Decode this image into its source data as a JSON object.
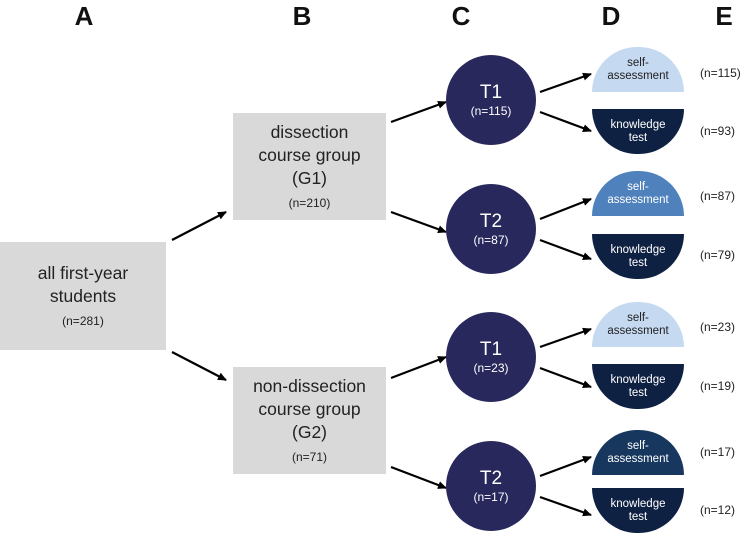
{
  "column_headers": [
    "A",
    "B",
    "C",
    "D",
    "E"
  ],
  "start_node": {
    "label": "all first-year students",
    "n": "(n=281)"
  },
  "groups": [
    {
      "label": "dissection course group (G1)",
      "line1": "dissection",
      "line2": "course group",
      "line3": "(G1)",
      "n": "(n=210)",
      "timepoints": [
        {
          "label": "T1",
          "n": "(n=115)",
          "outcomes": [
            {
              "label": "self-\nassessment",
              "count": "(n=115)",
              "color": "#c5d9f1"
            },
            {
              "label": "knowledge\ntest",
              "count": "(n=93)",
              "color": "#0f2142"
            }
          ]
        },
        {
          "label": "T2",
          "n": "(n=87)",
          "outcomes": [
            {
              "label": "self-\nassessment",
              "count": "(n=87)",
              "color": "#4f81bd"
            },
            {
              "label": "knowledge\ntest",
              "count": "(n=79)",
              "color": "#0f2142"
            }
          ]
        }
      ]
    },
    {
      "label": "non-dissection course group (G2)",
      "line1": "non-dissection",
      "line2": "course group",
      "line3": "(G2)",
      "n": "(n=71)",
      "timepoints": [
        {
          "label": "T1",
          "n": "(n=23)",
          "outcomes": [
            {
              "label": "self-\nassessment",
              "count": "(n=23)",
              "color": "#c5d9f1"
            },
            {
              "label": "knowledge\ntest",
              "count": "(n=19)",
              "color": "#0f2142"
            }
          ]
        },
        {
          "label": "T2",
          "n": "(n=17)",
          "outcomes": [
            {
              "label": "self-\nassessment",
              "count": "(n=17)",
              "color": "#17375e"
            },
            {
              "label": "knowledge\ntest",
              "count": "(n=12)",
              "color": "#0f2142"
            }
          ]
        }
      ]
    }
  ],
  "colors": {
    "box_fill": "#d9d9d9",
    "timepoint_fill": "#28285c",
    "arrow": "#000000"
  }
}
